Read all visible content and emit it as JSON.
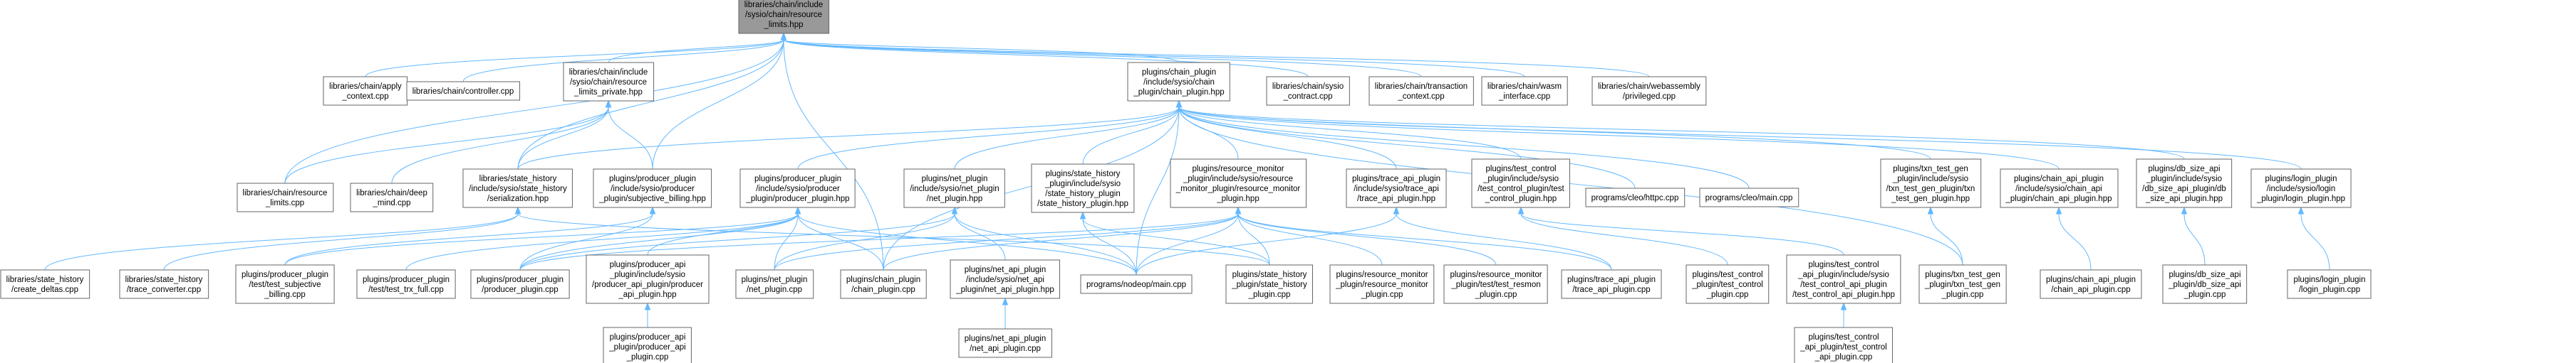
{
  "graph": {
    "root_color": "#999999",
    "node_color": "#ffffff",
    "edge_color": "#63b8ff",
    "nodes": [
      {
        "id": "n0",
        "root": true,
        "lines": [
          "libraries/chain/include",
          "/sysio/chain/resource",
          "_limits.hpp"
        ]
      },
      {
        "id": "n1",
        "lines": [
          "libraries/chain/apply",
          "_context.cpp"
        ]
      },
      {
        "id": "n2",
        "lines": [
          "libraries/chain/controller.cpp"
        ]
      },
      {
        "id": "n3",
        "lines": [
          "libraries/chain/include",
          "/sysio/chain/resource",
          "_limits_private.hpp"
        ]
      },
      {
        "id": "n4",
        "lines": [
          "plugins/chain_plugin",
          "/include/sysio/chain",
          "_plugin/chain_plugin.hpp"
        ]
      },
      {
        "id": "n5",
        "lines": [
          "libraries/chain/sysio",
          "_contract.cpp"
        ]
      },
      {
        "id": "n6",
        "lines": [
          "libraries/chain/transaction",
          "_context.cpp"
        ]
      },
      {
        "id": "n7",
        "lines": [
          "libraries/chain/wasm",
          "_interface.cpp"
        ]
      },
      {
        "id": "n8",
        "lines": [
          "libraries/chain/webassembly",
          "/privileged.cpp"
        ]
      },
      {
        "id": "n9",
        "lines": [
          "libraries/chain/resource",
          "_limits.cpp"
        ]
      },
      {
        "id": "n10",
        "lines": [
          "libraries/chain/deep",
          "_mind.cpp"
        ]
      },
      {
        "id": "n11",
        "lines": [
          "libraries/state_history",
          "/include/sysio/state_history",
          "/serialization.hpp"
        ]
      },
      {
        "id": "n12",
        "lines": [
          "plugins/producer_plugin",
          "/include/sysio/producer",
          "_plugin/subjective_billing.hpp"
        ]
      },
      {
        "id": "n13",
        "lines": [
          "plugins/producer_plugin",
          "/include/sysio/producer",
          "_plugin/producer_plugin.hpp"
        ]
      },
      {
        "id": "n14",
        "lines": [
          "plugins/net_plugin",
          "/include/sysio/net_plugin",
          "/net_plugin.hpp"
        ]
      },
      {
        "id": "n15",
        "lines": [
          "plugins/state_history",
          "_plugin/include/sysio",
          "/state_history_plugin",
          "/state_history_plugin.hpp"
        ]
      },
      {
        "id": "n16",
        "lines": [
          "plugins/resource_monitor",
          "_plugin/include/sysio/resource",
          "_monitor_plugin/resource_monitor",
          "_plugin.hpp"
        ]
      },
      {
        "id": "n17",
        "lines": [
          "plugins/trace_api_plugin",
          "/include/sysio/trace_api",
          "/trace_api_plugin.hpp"
        ]
      },
      {
        "id": "n18",
        "lines": [
          "plugins/test_control",
          "_plugin/include/sysio",
          "/test_control_plugin/test",
          "_control_plugin.hpp"
        ]
      },
      {
        "id": "n19",
        "lines": [
          "programs/cleo/httpc.cpp"
        ]
      },
      {
        "id": "n20",
        "lines": [
          "programs/cleo/main.cpp"
        ]
      },
      {
        "id": "n21",
        "lines": [
          "plugins/txn_test_gen",
          "_plugin/include/sysio",
          "/txn_test_gen_plugin/txn",
          "_test_gen_plugin.hpp"
        ]
      },
      {
        "id": "n22",
        "lines": [
          "plugins/chain_api_plugin",
          "/include/sysio/chain_api",
          "_plugin/chain_api_plugin.hpp"
        ]
      },
      {
        "id": "n23",
        "lines": [
          "plugins/db_size_api",
          "_plugin/include/sysio",
          "/db_size_api_plugin/db",
          "_size_api_plugin.hpp"
        ]
      },
      {
        "id": "n24",
        "lines": [
          "plugins/login_plugin",
          "/include/sysio/login",
          "_plugin/login_plugin.hpp"
        ]
      },
      {
        "id": "n25",
        "lines": [
          "libraries/state_history",
          "/create_deltas.cpp"
        ]
      },
      {
        "id": "n26",
        "lines": [
          "libraries/state_history",
          "/trace_converter.cpp"
        ]
      },
      {
        "id": "n27",
        "lines": [
          "plugins/producer_plugin",
          "/test/test_subjective",
          "_billing.cpp"
        ]
      },
      {
        "id": "n28",
        "lines": [
          "plugins/producer_plugin",
          "/test/test_trx_full.cpp"
        ]
      },
      {
        "id": "n29",
        "lines": [
          "plugins/producer_plugin",
          "/producer_plugin.cpp"
        ]
      },
      {
        "id": "n30",
        "lines": [
          "plugins/producer_api",
          "_plugin/include/sysio",
          "/producer_api_plugin/producer",
          "_api_plugin.hpp"
        ]
      },
      {
        "id": "n31",
        "lines": [
          "plugins/net_plugin",
          "/net_plugin.cpp"
        ]
      },
      {
        "id": "n32",
        "lines": [
          "plugins/chain_plugin",
          "/chain_plugin.cpp"
        ]
      },
      {
        "id": "n33",
        "lines": [
          "plugins/net_api_plugin",
          "/include/sysio/net_api",
          "_plugin/net_api_plugin.hpp"
        ]
      },
      {
        "id": "n34",
        "lines": [
          "programs/nodeop/main.cpp"
        ]
      },
      {
        "id": "n35",
        "lines": [
          "plugins/state_history",
          "_plugin/state_history",
          "_plugin.cpp"
        ]
      },
      {
        "id": "n36",
        "lines": [
          "plugins/resource_monitor",
          "_plugin/resource_monitor",
          "_plugin.cpp"
        ]
      },
      {
        "id": "n37",
        "lines": [
          "plugins/resource_monitor",
          "_plugin/test/test_resmon",
          "_plugin.cpp"
        ]
      },
      {
        "id": "n38",
        "lines": [
          "plugins/trace_api_plugin",
          "/trace_api_plugin.cpp"
        ]
      },
      {
        "id": "n39",
        "lines": [
          "plugins/test_control",
          "_plugin/test_control",
          "_plugin.cpp"
        ]
      },
      {
        "id": "n40",
        "lines": [
          "plugins/test_control",
          "_api_plugin/include/sysio",
          "/test_control_api_plugin",
          "/test_control_api_plugin.hpp"
        ]
      },
      {
        "id": "n41",
        "lines": [
          "plugins/txn_test_gen",
          "_plugin/txn_test_gen",
          "_plugin.cpp"
        ]
      },
      {
        "id": "n42",
        "lines": [
          "plugins/chain_api_plugin",
          "/chain_api_plugin.cpp"
        ]
      },
      {
        "id": "n43",
        "lines": [
          "plugins/db_size_api",
          "_plugin/db_size_api",
          "_plugin.cpp"
        ]
      },
      {
        "id": "n44",
        "lines": [
          "plugins/login_plugin",
          "/login_plugin.cpp"
        ]
      },
      {
        "id": "n45",
        "lines": [
          "plugins/producer_api",
          "_plugin/producer_api",
          "_plugin.cpp"
        ]
      },
      {
        "id": "n46",
        "lines": [
          "plugins/net_api_plugin",
          "/net_api_plugin.cpp"
        ]
      },
      {
        "id": "n47",
        "lines": [
          "plugins/test_control",
          "_api_plugin/test_control",
          "_api_plugin.cpp"
        ]
      }
    ],
    "edges": [
      [
        "n0",
        "n1"
      ],
      [
        "n0",
        "n2"
      ],
      [
        "n0",
        "n3"
      ],
      [
        "n0",
        "n4"
      ],
      [
        "n0",
        "n5"
      ],
      [
        "n0",
        "n6"
      ],
      [
        "n0",
        "n7"
      ],
      [
        "n0",
        "n8"
      ],
      [
        "n0",
        "n9"
      ],
      [
        "n0",
        "n11"
      ],
      [
        "n0",
        "n12"
      ],
      [
        "n0",
        "n32"
      ],
      [
        "n3",
        "n9"
      ],
      [
        "n3",
        "n10"
      ],
      [
        "n3",
        "n11"
      ],
      [
        "n3",
        "n12"
      ],
      [
        "n4",
        "n13"
      ],
      [
        "n4",
        "n14"
      ],
      [
        "n4",
        "n15"
      ],
      [
        "n4",
        "n16"
      ],
      [
        "n4",
        "n17"
      ],
      [
        "n4",
        "n18"
      ],
      [
        "n4",
        "n19"
      ],
      [
        "n4",
        "n20"
      ],
      [
        "n4",
        "n21"
      ],
      [
        "n4",
        "n22"
      ],
      [
        "n4",
        "n23"
      ],
      [
        "n4",
        "n24"
      ],
      [
        "n4",
        "n32"
      ],
      [
        "n4",
        "n34"
      ],
      [
        "n4",
        "n41"
      ],
      [
        "n4",
        "n11"
      ],
      [
        "n11",
        "n25"
      ],
      [
        "n11",
        "n26"
      ],
      [
        "n11",
        "n35"
      ],
      [
        "n12",
        "n27"
      ],
      [
        "n12",
        "n29"
      ],
      [
        "n13",
        "n27"
      ],
      [
        "n13",
        "n28"
      ],
      [
        "n13",
        "n29"
      ],
      [
        "n13",
        "n30"
      ],
      [
        "n13",
        "n31"
      ],
      [
        "n13",
        "n32"
      ],
      [
        "n13",
        "n34"
      ],
      [
        "n14",
        "n31"
      ],
      [
        "n14",
        "n33"
      ],
      [
        "n14",
        "n34"
      ],
      [
        "n14",
        "n29"
      ],
      [
        "n15",
        "n35"
      ],
      [
        "n15",
        "n34"
      ],
      [
        "n16",
        "n29"
      ],
      [
        "n16",
        "n32"
      ],
      [
        "n16",
        "n34"
      ],
      [
        "n16",
        "n35"
      ],
      [
        "n16",
        "n36"
      ],
      [
        "n16",
        "n37"
      ],
      [
        "n16",
        "n38"
      ],
      [
        "n16",
        "n31"
      ],
      [
        "n17",
        "n38"
      ],
      [
        "n17",
        "n34"
      ],
      [
        "n18",
        "n39"
      ],
      [
        "n18",
        "n40"
      ],
      [
        "n21",
        "n41"
      ],
      [
        "n22",
        "n42"
      ],
      [
        "n23",
        "n43"
      ],
      [
        "n24",
        "n44"
      ],
      [
        "n30",
        "n45"
      ],
      [
        "n33",
        "n46"
      ],
      [
        "n40",
        "n47"
      ]
    ]
  }
}
